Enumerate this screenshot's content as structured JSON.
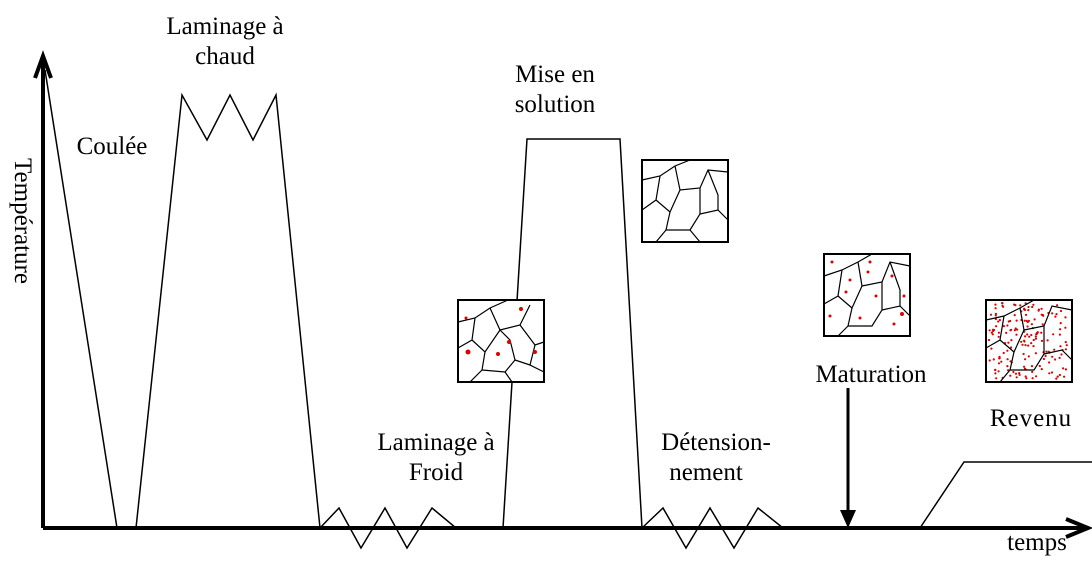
{
  "axes": {
    "y_label": "Température",
    "x_label": "temps"
  },
  "stages": {
    "coulee": "Coulée",
    "laminage_chaud_1": "Laminage à",
    "laminage_chaud_2": "chaud",
    "mise_solution_1": "Mise en",
    "mise_solution_2": "solution",
    "laminage_froid_1": "Laminage à",
    "laminage_froid_2": "Froid",
    "detension_1": "Détension-",
    "detension_2": "nement",
    "maturation": "Maturation",
    "revenu": "Revenu"
  },
  "colors": {
    "line": "#000000",
    "precipitate": "#e00000",
    "background": "#ffffff"
  },
  "icons": {
    "microstructure_1": "grain-structure-few-precipitates",
    "microstructure_2": "grain-structure-no-precipitates",
    "microstructure_3": "grain-structure-some-precipitates",
    "microstructure_4": "grain-structure-dense-precipitates"
  }
}
